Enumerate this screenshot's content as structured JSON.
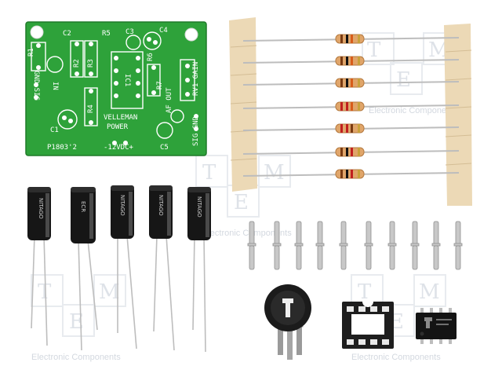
{
  "watermark": {
    "letters": [
      "T",
      "E",
      "M",
      "E"
    ],
    "caption": "Electronic Components"
  },
  "pcb": {
    "color": "#2ea23a",
    "labels": {
      "r1": "R1",
      "c2": "C2",
      "r5": "R5",
      "c3": "C3",
      "c4": "C4",
      "r2": "R2",
      "r3": "R3",
      "ic1": "IC1",
      "r6": "R6",
      "r7": "R7",
      "r4": "R4",
      "c1": "C1",
      "c5": "C5",
      "velleman": "VELLEMAN",
      "power": "POWER",
      "code": "P1803'2",
      "supply": "-12VDC+",
      "gnd_sig": "GND SIG",
      "in": "IN",
      "af_out": "AF OUT",
      "rv1_gain": "RV1 GAIN",
      "sig_gnd": "SIG GND"
    }
  },
  "capacitors": {
    "brand": [
      "NITAGO",
      "ECR",
      "NITAGO",
      "NITAGO",
      "NITAGO"
    ]
  },
  "colors": {
    "tape": "#ecd9b6",
    "resistor_body": "#e0a56a",
    "capacitor": "#161616",
    "pin": "#c8c8c8"
  }
}
